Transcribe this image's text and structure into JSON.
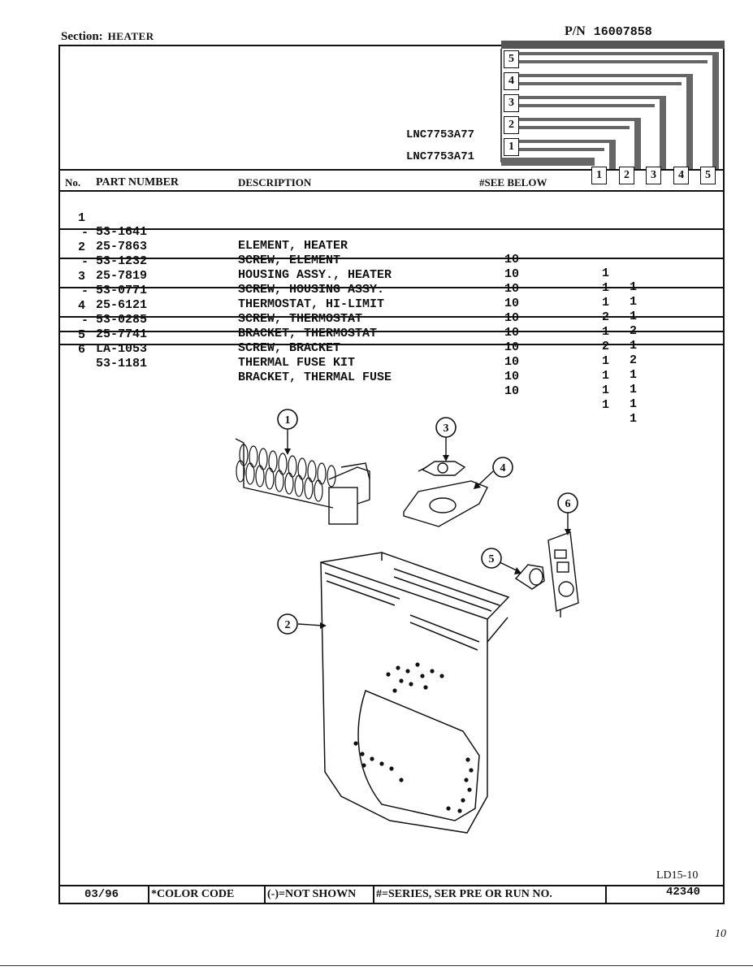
{
  "header": {
    "section_label": "Section:",
    "section_value": "HEATER",
    "pn_label": "P/N",
    "pn_value": "16007858"
  },
  "models": [
    {
      "name": "LNC7753A77"
    },
    {
      "name": "LNC7753A71"
    }
  ],
  "series_boxes": [
    "5",
    "4",
    "3",
    "2",
    "1"
  ],
  "bottom_series": [
    "1",
    "2",
    "3",
    "4",
    "5"
  ],
  "columns": {
    "no": "No.",
    "part_number": "PART NUMBER",
    "description": "DESCRIPTION",
    "see_below": "#SEE BELOW"
  },
  "parts": [
    {
      "no": "1",
      "part": "53-1641",
      "desc": "ELEMENT, HEATER",
      "see": "10",
      "q1": "1",
      "q2": "1"
    },
    {
      "no": "-",
      "part": "25-7863",
      "desc": "SCREW, ELEMENT",
      "see": "10",
      "q1": "1",
      "q2": "1"
    },
    {
      "no": "2",
      "part": "53-1232",
      "desc": "HOUSING ASSY., HEATER",
      "see": "10",
      "q1": "1",
      "q2": "1"
    },
    {
      "no": "-",
      "part": "25-7819",
      "desc": "SCREW, HOUSING ASSY.",
      "see": "10",
      "q1": "2",
      "q2": "2"
    },
    {
      "no": "3",
      "part": "53-0771",
      "desc": "THERMOSTAT, HI-LIMIT",
      "see": "10",
      "q1": "1",
      "q2": "1"
    },
    {
      "no": "-",
      "part": "25-6121",
      "desc": "SCREW, THERMOSTAT",
      "see": "10",
      "q1": "2",
      "q2": "2"
    },
    {
      "no": "4",
      "part": "53-0285",
      "desc": "BRACKET, THERMOSTAT",
      "see": "10",
      "q1": "1",
      "q2": "1"
    },
    {
      "no": "-",
      "part": "25-7741",
      "desc": "SCREW, BRACKET",
      "see": "10",
      "q1": "1",
      "q2": "1"
    },
    {
      "no": "5",
      "part": "LA-1053",
      "desc": "THERMAL FUSE KIT",
      "see": "10",
      "q1": "1",
      "q2": "1"
    },
    {
      "no": "6",
      "part": "53-1181",
      "desc": "BRACKET, THERMAL FUSE",
      "see": "10",
      "q1": "1",
      "q2": "1"
    }
  ],
  "callouts": [
    "1",
    "2",
    "3",
    "4",
    "5",
    "6"
  ],
  "diagram_code": "LD15-10",
  "footer": {
    "date": "03/96",
    "color_code": "*COLOR CODE",
    "not_shown": "(-)=NOT SHOWN",
    "series_note": "#=SERIES, SER PRE OR RUN NO.",
    "number": "42340"
  },
  "page_mark": "10"
}
